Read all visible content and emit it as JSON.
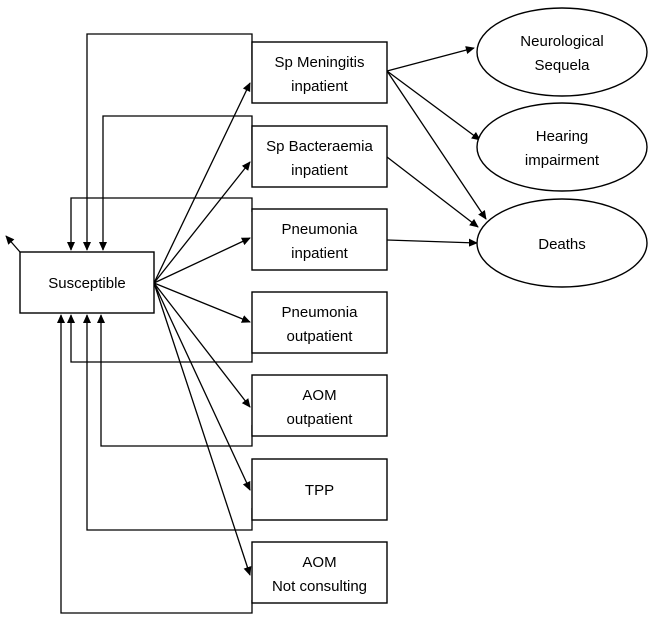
{
  "nodes": {
    "susceptible": [
      "Susceptible"
    ],
    "sp_meningitis": [
      "Sp Meningitis",
      "inpatient"
    ],
    "sp_bacteraemia": [
      "Sp Bacteraemia",
      "inpatient"
    ],
    "pneumonia_inpatient": [
      "Pneumonia",
      "inpatient"
    ],
    "pneumonia_outpatient": [
      "Pneumonia",
      "outpatient"
    ],
    "aom_outpatient": [
      "AOM",
      "outpatient"
    ],
    "tpp": [
      "TPP"
    ],
    "aom_not_consulting": [
      "AOM",
      "Not consulting"
    ],
    "neurological_sequela": [
      "Neurological",
      "Sequela"
    ],
    "hearing_impairment": [
      "Hearing",
      "impairment"
    ],
    "deaths": [
      "Deaths"
    ]
  },
  "edges": [
    {
      "from": "susceptible",
      "to": "sp_meningitis"
    },
    {
      "from": "susceptible",
      "to": "sp_bacteraemia"
    },
    {
      "from": "susceptible",
      "to": "pneumonia_inpatient"
    },
    {
      "from": "susceptible",
      "to": "pneumonia_outpatient"
    },
    {
      "from": "susceptible",
      "to": "aom_outpatient"
    },
    {
      "from": "susceptible",
      "to": "tpp"
    },
    {
      "from": "susceptible",
      "to": "aom_not_consulting"
    },
    {
      "from": "sp_meningitis",
      "to": "neurological_sequela"
    },
    {
      "from": "sp_meningitis",
      "to": "hearing_impairment"
    },
    {
      "from": "sp_meningitis",
      "to": "deaths"
    },
    {
      "from": "sp_bacteraemia",
      "to": "deaths"
    },
    {
      "from": "pneumonia_inpatient",
      "to": "deaths"
    },
    {
      "from": "sp_meningitis",
      "to": "susceptible"
    },
    {
      "from": "sp_bacteraemia",
      "to": "susceptible"
    },
    {
      "from": "pneumonia_inpatient",
      "to": "susceptible"
    },
    {
      "from": "pneumonia_outpatient",
      "to": "susceptible"
    },
    {
      "from": "aom_outpatient",
      "to": "susceptible"
    },
    {
      "from": "tpp",
      "to": "susceptible"
    },
    {
      "from": "aom_not_consulting",
      "to": "susceptible"
    }
  ]
}
